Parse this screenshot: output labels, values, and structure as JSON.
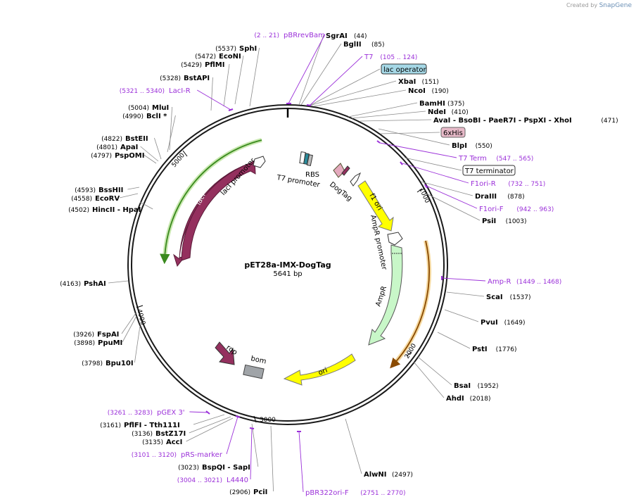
{
  "credit": {
    "prefix": "Created by",
    "brand": "SnapGene"
  },
  "map": {
    "name": "pET28a-IMX-DogTag",
    "length_label": "5641 bp",
    "length": 5641,
    "tick_labels": [
      "1000",
      "2000",
      "3000",
      "4000",
      "5000"
    ]
  },
  "sites": [
    {
      "name": "SgrAI",
      "pos": "(44)",
      "side": "R"
    },
    {
      "name": "BglII",
      "pos": "(85)",
      "side": "R"
    },
    {
      "name": "XbaI",
      "pos": "(151)",
      "side": "R"
    },
    {
      "name": "NcoI",
      "pos": "(190)",
      "side": "R"
    },
    {
      "name": "BamHI",
      "pos": "(375)",
      "side": "R"
    },
    {
      "name": "NdeI",
      "pos": "(410)",
      "side": "R"
    },
    {
      "name": "AvaI - BsoBI - PaeR7I - PspXI - XhoI",
      "pos": "(471)",
      "side": "R"
    },
    {
      "name": "BlpI",
      "pos": "(550)",
      "side": "R"
    },
    {
      "name": "DraIII",
      "pos": "(878)",
      "side": "R"
    },
    {
      "name": "PsiI",
      "pos": "(1003)",
      "side": "R"
    },
    {
      "name": "ScaI",
      "pos": "(1537)",
      "side": "R"
    },
    {
      "name": "PvuI",
      "pos": "(1649)",
      "side": "R"
    },
    {
      "name": "PstI",
      "pos": "(1776)",
      "side": "R"
    },
    {
      "name": "BsaI",
      "pos": "(1952)",
      "side": "R"
    },
    {
      "name": "AhdI",
      "pos": "(2018)",
      "side": "R"
    },
    {
      "name": "AlwNI",
      "pos": "(2497)",
      "side": "R"
    },
    {
      "name": "PciI",
      "pos": "(2906)",
      "side": "L"
    },
    {
      "name": "BspQI - SapI",
      "pos": "(3023)",
      "side": "L"
    },
    {
      "name": "AccI",
      "pos": "(3135)",
      "side": "L"
    },
    {
      "name": "BstZ17I",
      "pos": "(3136)",
      "side": "L"
    },
    {
      "name": "PflFI - Tth111I",
      "pos": "(3161)",
      "side": "L"
    },
    {
      "name": "Bpu10I",
      "pos": "(3798)",
      "side": "L"
    },
    {
      "name": "PpuMI",
      "pos": "(3898)",
      "side": "L"
    },
    {
      "name": "FspAI",
      "pos": "(3926)",
      "side": "L"
    },
    {
      "name": "PshAI",
      "pos": "(4163)",
      "side": "L"
    },
    {
      "name": "HincII - HpaI",
      "pos": "(4502)",
      "side": "L"
    },
    {
      "name": "EcoRV",
      "pos": "(4558)",
      "side": "L"
    },
    {
      "name": "BssHII",
      "pos": "(4593)",
      "side": "L"
    },
    {
      "name": "PspOMI",
      "pos": "(4797)",
      "side": "L"
    },
    {
      "name": "ApaI",
      "pos": "(4801)",
      "side": "L"
    },
    {
      "name": "BstEII",
      "pos": "(4822)",
      "side": "L"
    },
    {
      "name": "BclI *",
      "pos": "(4990)",
      "side": "L"
    },
    {
      "name": "MluI",
      "pos": "(5004)",
      "side": "L"
    },
    {
      "name": "BstAPI",
      "pos": "(5328)",
      "side": "L"
    },
    {
      "name": "PflMI",
      "pos": "(5429)",
      "side": "L"
    },
    {
      "name": "EcoNI",
      "pos": "(5472)",
      "side": "L"
    },
    {
      "name": "SphI",
      "pos": "(5537)",
      "side": "L"
    }
  ],
  "primers": [
    {
      "name": "pBRrevBam",
      "range": "(2 .. 21)",
      "side": "L"
    },
    {
      "name": "T7",
      "range": "(105 .. 124)",
      "side": "R"
    },
    {
      "name": "T7 Term",
      "range": "(547 .. 565)",
      "side": "R"
    },
    {
      "name": "F1ori-R",
      "range": "(732 .. 751)",
      "side": "R"
    },
    {
      "name": "F1ori-F",
      "range": "(942 .. 963)",
      "side": "R"
    },
    {
      "name": "Amp-R",
      "range": "(1449 .. 1468)",
      "side": "R"
    },
    {
      "name": "pBR322ori-F",
      "range": "(2751 .. 2770)",
      "side": "R"
    },
    {
      "name": "L4440",
      "range": "(3004 .. 3021)",
      "side": "L"
    },
    {
      "name": "pRS-marker",
      "range": "(3101 .. 3120)",
      "side": "L"
    },
    {
      "name": "pGEX 3'",
      "range": "(3261 .. 3283)",
      "side": "L"
    },
    {
      "name": "LacI-R",
      "range": "(5321 .. 5340)",
      "side": "L"
    }
  ],
  "boxed_labels": {
    "lac_operator": "lac operator",
    "his_tag": "6xHis",
    "t7_terminator": "T7 terminator"
  },
  "features": {
    "rbs": "RBS",
    "t7_promoter": "T7 promoter",
    "dogtag": "DogTag",
    "lacI": "lacI",
    "lacI_promoter": "lacI promoter",
    "f1_ori": "f1 ori",
    "ampR_promoter": "AmpR promoter",
    "ampR": "AmpR",
    "ori": "ori",
    "rop": "rop",
    "bom": "bom"
  },
  "colors": {
    "backbone": "#1a1a1a",
    "site_text": "#000000",
    "primer": "#9b30d9",
    "lacI": "#94305e",
    "yellow_feature": "#ffff00",
    "ampR": "#c8f7c8",
    "green_arc": "#3a8a1e",
    "orange_arc": "#c07a10",
    "lac_operator_box": "#a5d8e6",
    "his_box": "#e7b9c8",
    "bom": "#a0a4a8",
    "leader": "#8a8a8a"
  }
}
